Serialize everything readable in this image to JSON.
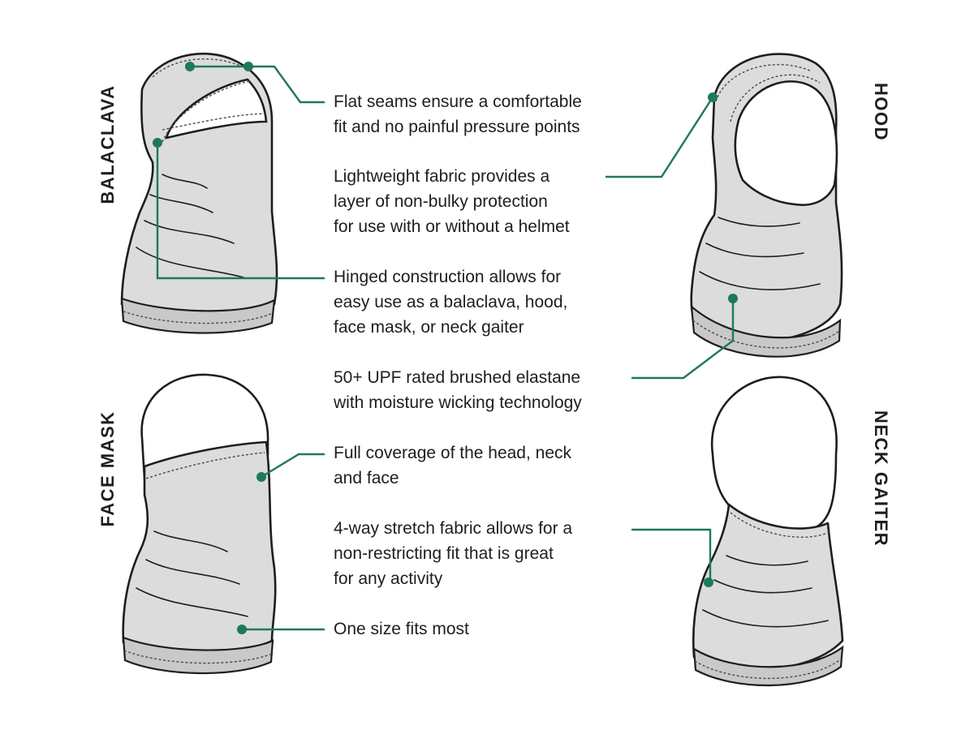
{
  "variants": {
    "balaclava": "BALACLAVA",
    "hood": "HOOD",
    "face_mask": "FACE MASK",
    "neck_gaiter": "NECK GAITER"
  },
  "features": [
    "Flat seams ensure a comfortable\nfit and no painful pressure points",
    "Lightweight fabric provides a\nlayer of non-bulky protection\nfor use with or without a helmet",
    "Hinged construction allows for\neasy use as a balaclava, hood,\nface mask, or neck gaiter",
    "50+ UPF rated brushed elastane\nwith moisture wicking technology",
    "Full coverage of the head, neck\nand face",
    "4-way stretch fabric allows for a\nnon-restricting fit that is great\nfor any activity",
    "One size fits most"
  ],
  "colors": {
    "accent": "#1d7a55",
    "fabric": "#dcdcdc",
    "outline": "#1e1e1e"
  }
}
